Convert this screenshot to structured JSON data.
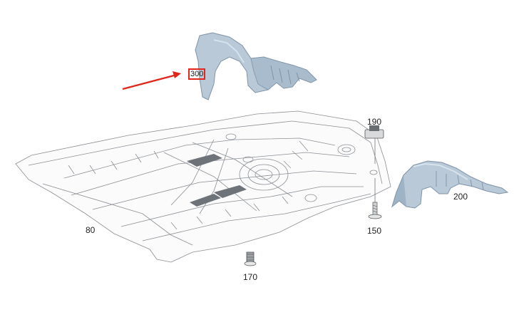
{
  "callouts": {
    "part_300": "300",
    "part_190": "190",
    "part_200": "200",
    "part_150": "150",
    "part_80": "80",
    "part_170": "170"
  },
  "highlight": {
    "color": "#e1261c"
  },
  "colors": {
    "part_fill": "#b9c9d8",
    "part_fill_dark": "#9fb3c6",
    "line_art": "#8a8f95",
    "panel_fill": "#fbfbfb"
  }
}
